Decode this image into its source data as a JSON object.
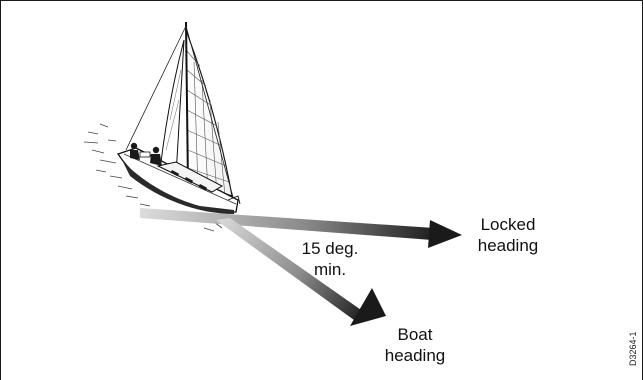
{
  "labels": {
    "locked_heading": [
      "Locked",
      "heading"
    ],
    "angle": [
      "15 deg.",
      "min."
    ],
    "boat_heading": [
      "Boat",
      "heading"
    ]
  },
  "reference_code": "D3264-1",
  "colors": {
    "border": "#1a1a1a",
    "arrow_dark": "#1a1a1a",
    "arrow_light": "#d8d8d8",
    "hull": "#ffffff",
    "ink": "#111111"
  }
}
